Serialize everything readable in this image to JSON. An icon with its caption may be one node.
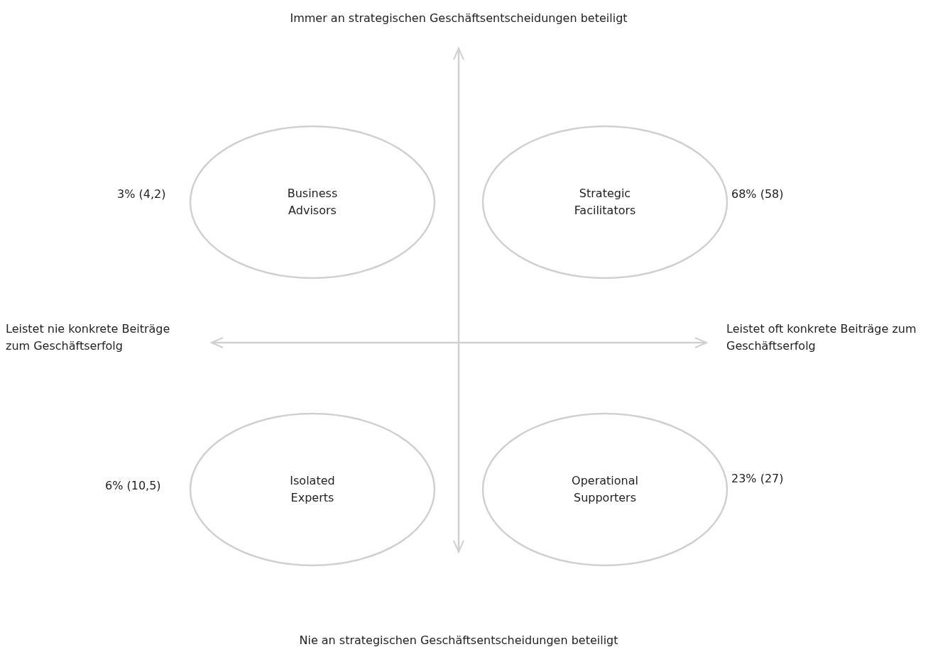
{
  "diagram": {
    "nodes": [
      {
        "text": [
          "Business Advisors"
        ],
        "beside": [
          "3% (4,2)"
        ]
      },
      {
        "text": [
          "Strategic Facilitators"
        ],
        "beside": [
          "68% (58)"
        ]
      },
      {
        "text": [
          "Isolated Experts"
        ],
        "beside": [
          "6% (10,5)"
        ]
      },
      {
        "text": [
          "Operational Supporters"
        ],
        "beside": [
          "23% (27)"
        ]
      }
    ],
    "labels": [
      "Immer an strategischen Geschäftsentscheidungen beteiligt",
      "Leistet nie konkrete Beiträge zum Geschäftserfolg",
      "Leistet oft konkrete Beiträge zum Geschäftserfolg",
      "Nie an strategischen Geschäftsentscheidungen beteiligt"
    ]
  }
}
